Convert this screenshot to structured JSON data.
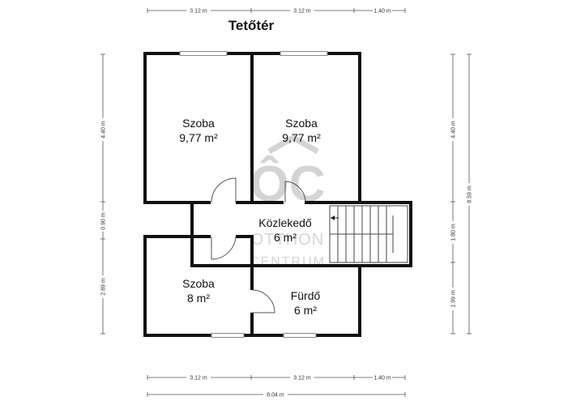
{
  "title": "Tetőtér",
  "rooms": [
    {
      "name": "Szoba",
      "area": "9,77 m²"
    },
    {
      "name": "Szoba",
      "area": "9,77 m²"
    },
    {
      "name": "Közlekedő",
      "area": "6 m²"
    },
    {
      "name": "Szoba",
      "area": "8 m²"
    },
    {
      "name": "Fürdő",
      "area": "6 m²"
    }
  ],
  "dimensions": {
    "top": [
      "3.12 m",
      "3.12 m",
      "1.40 m"
    ],
    "bottom": [
      "3.12 m",
      "3.12 m",
      "1.40 m"
    ],
    "bottom_total": "8.04 m",
    "left": [
      "4.40 m",
      "0.90 m",
      "2.89 m"
    ],
    "right": [
      "4.40 m",
      "1.80 m",
      "1.99 m"
    ],
    "right_total": "8.59 m"
  },
  "watermark": {
    "logo": "ÔC",
    "line1": "OTTHON",
    "line2": "CENTRUM"
  }
}
